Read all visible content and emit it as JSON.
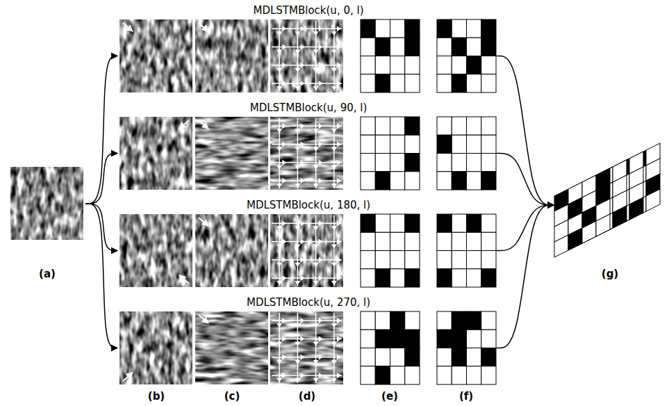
{
  "diagram": {
    "labels": [
      "MDLSTMBlock(u, 0, l)",
      "MDLSTMBlock(u, 90, l)",
      "MDLSTMBlock(u, 180, l)",
      "MDLSTMBlock(u, 270, l)",
      "(a)",
      "(b)",
      "(c)",
      "(d)",
      "(e)",
      "(f)",
      "(g)"
    ]
  }
}
